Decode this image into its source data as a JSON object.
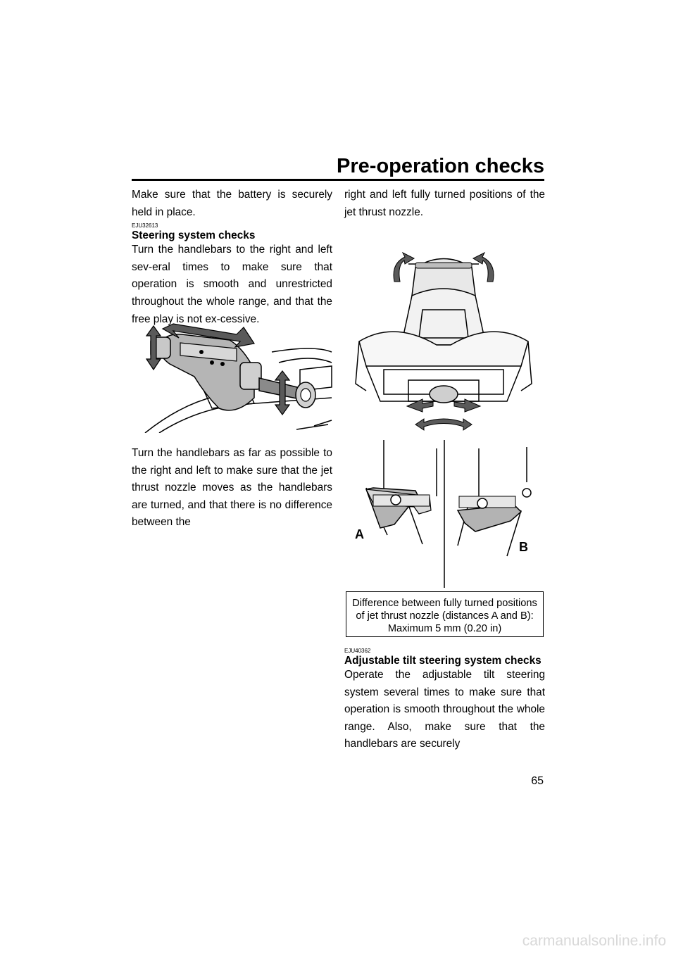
{
  "header": {
    "title": "Pre-operation checks"
  },
  "left_column": {
    "para1": "Make sure that the battery is securely held in place.",
    "section": {
      "code": "EJU32613",
      "heading": "Steering system checks"
    },
    "para2": "Turn the handlebars to the right and left sev-eral times to make sure that operation is smooth and unrestricted throughout the whole range, and that the free play is not ex-cessive.",
    "para3": "Turn the handlebars as far as possible to the right and left to make sure that the jet thrust nozzle moves as the handlebars are turned, and that there is no difference between the"
  },
  "right_column": {
    "para1": "right and left fully turned positions of the jet thrust nozzle.",
    "figure_labels": {
      "a": "A",
      "b": "B"
    },
    "spec": {
      "line1": "Difference between fully turned positions",
      "line2": "of jet thrust nozzle (distances A and B):",
      "line3": "Maximum 5 mm (0.20 in)"
    },
    "section": {
      "code": "EJU40362",
      "heading": "Adjustable tilt steering system checks"
    },
    "para2": "Operate the adjustable tilt steering system several times to make sure that operation is smooth throughout the whole range. Also, make sure that the handlebars are securely"
  },
  "footer": {
    "page_number": "65",
    "watermark": "carmanualsonline.info"
  }
}
